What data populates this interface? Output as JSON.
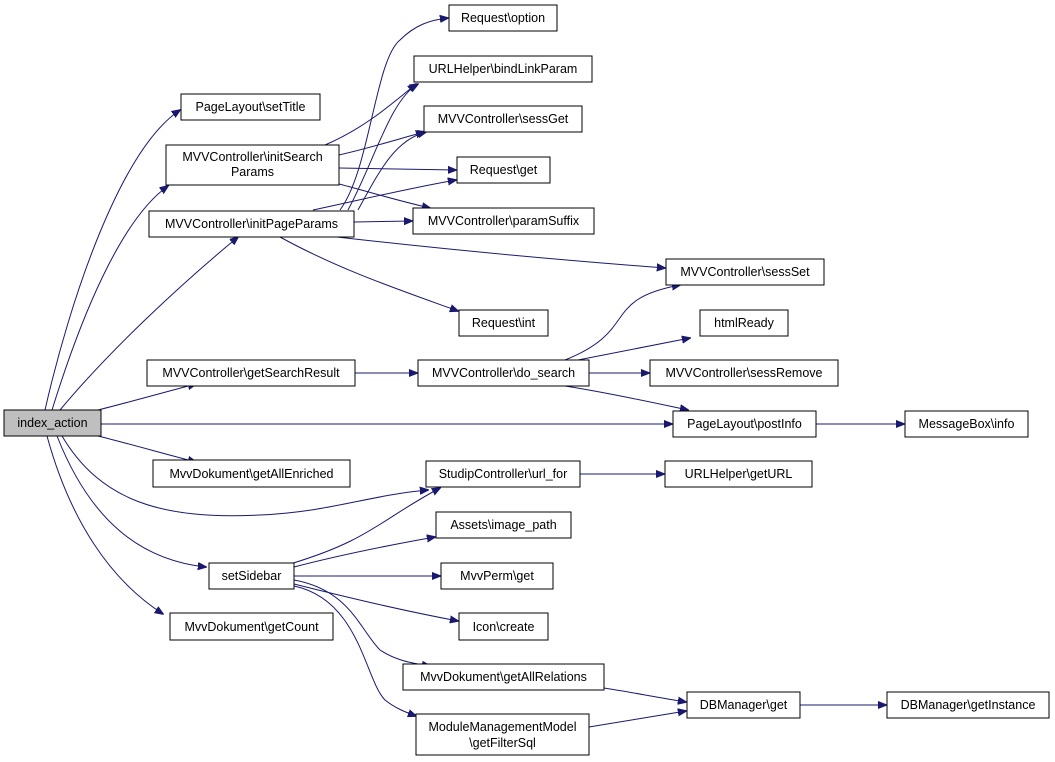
{
  "nodes": {
    "index_action": [
      "index_action"
    ],
    "pl_settitle": [
      "PageLayout\\setTitle"
    ],
    "mvv_initsearch": [
      "MVVController\\initSearch",
      "Params"
    ],
    "mvv_initpage": [
      "MVVController\\initPageParams"
    ],
    "mvv_getsearch": [
      "MVVController\\getSearchResult"
    ],
    "mvvdok_enriched": [
      "MvvDokument\\getAllEnriched"
    ],
    "setsidebar": [
      "setSidebar"
    ],
    "mvvdok_count": [
      "MvvDokument\\getCount"
    ],
    "req_option": [
      "Request\\option"
    ],
    "url_bind": [
      "URLHelper\\bindLinkParam"
    ],
    "mvv_sessget": [
      "MVVController\\sessGet"
    ],
    "req_get": [
      "Request\\get"
    ],
    "mvv_suffix": [
      "MVVController\\paramSuffix"
    ],
    "mvv_sessset": [
      "MVVController\\sessSet"
    ],
    "req_int": [
      "Request\\int"
    ],
    "htmlready": [
      "htmlReady"
    ],
    "mvv_dosearch": [
      "MVVController\\do_search"
    ],
    "mvv_sessremove": [
      "MVVController\\sessRemove"
    ],
    "pl_postinfo": [
      "PageLayout\\postInfo"
    ],
    "mb_info": [
      "MessageBox\\info"
    ],
    "studip_urlfor": [
      "StudipController\\url_for"
    ],
    "url_geturl": [
      "URLHelper\\getURL"
    ],
    "assets_img": [
      "Assets\\image_path"
    ],
    "mvvperm_get": [
      "MvvPerm\\get"
    ],
    "icon_create": [
      "Icon\\create"
    ],
    "mvvdok_relations": [
      "MvvDokument\\getAllRelations"
    ],
    "modmgmt": [
      "ModuleManagementModel",
      "\\getFilterSql"
    ],
    "db_get": [
      "DBManager\\get"
    ],
    "db_instance": [
      "DBManager\\getInstance"
    ]
  }
}
